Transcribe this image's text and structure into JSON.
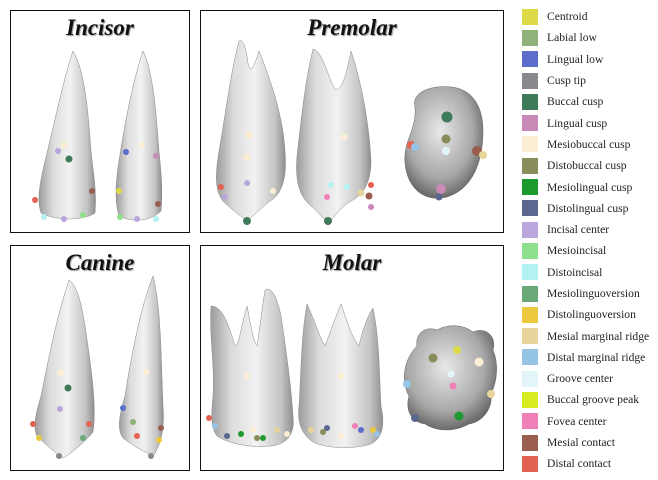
{
  "panels": [
    {
      "key": "incisor",
      "title": "Incisor"
    },
    {
      "key": "premolar",
      "title": "Premolar"
    },
    {
      "key": "canine",
      "title": "Canine"
    },
    {
      "key": "molar",
      "title": "Molar"
    }
  ],
  "legend": [
    {
      "label": "Centroid",
      "color": "#dedb48"
    },
    {
      "label": "Labial low",
      "color": "#8fb27a"
    },
    {
      "label": "Lingual low",
      "color": "#5d6dcc"
    },
    {
      "label": "Cusp tip",
      "color": "#8a888c"
    },
    {
      "label": "Buccal cusp",
      "color": "#3f7a5a"
    },
    {
      "label": "Lingual cusp",
      "color": "#c98ab8"
    },
    {
      "label": "Mesiobuccal cusp",
      "color": "#fbeed2"
    },
    {
      "label": "Distobuccal cusp",
      "color": "#8a8c5a"
    },
    {
      "label": "Mesiolingual cusp",
      "color": "#1d9a2e"
    },
    {
      "label": "Distolingual cusp",
      "color": "#5a6890"
    },
    {
      "label": "Incisal center",
      "color": "#b9a6dc"
    },
    {
      "label": "Mesioincisal",
      "color": "#8ee08e"
    },
    {
      "label": "Distoincisal",
      "color": "#b2f2f2"
    },
    {
      "label": "Mesiolinguoversion",
      "color": "#6aa878"
    },
    {
      "label": "Distolinguoversion",
      "color": "#ecc83c"
    },
    {
      "label": "Mesial marginal ridge",
      "color": "#e6d49a"
    },
    {
      "label": "Distal marginal ridge",
      "color": "#96c4e6"
    },
    {
      "label": "Groove center",
      "color": "#e2f6fa"
    },
    {
      "label": "Buccal groove peak",
      "color": "#d6ec1e"
    },
    {
      "label": "Fovea center",
      "color": "#f080b8"
    },
    {
      "label": "Mesial contact",
      "color": "#9a5e4e"
    },
    {
      "label": "Distal contact",
      "color": "#e46252"
    }
  ]
}
